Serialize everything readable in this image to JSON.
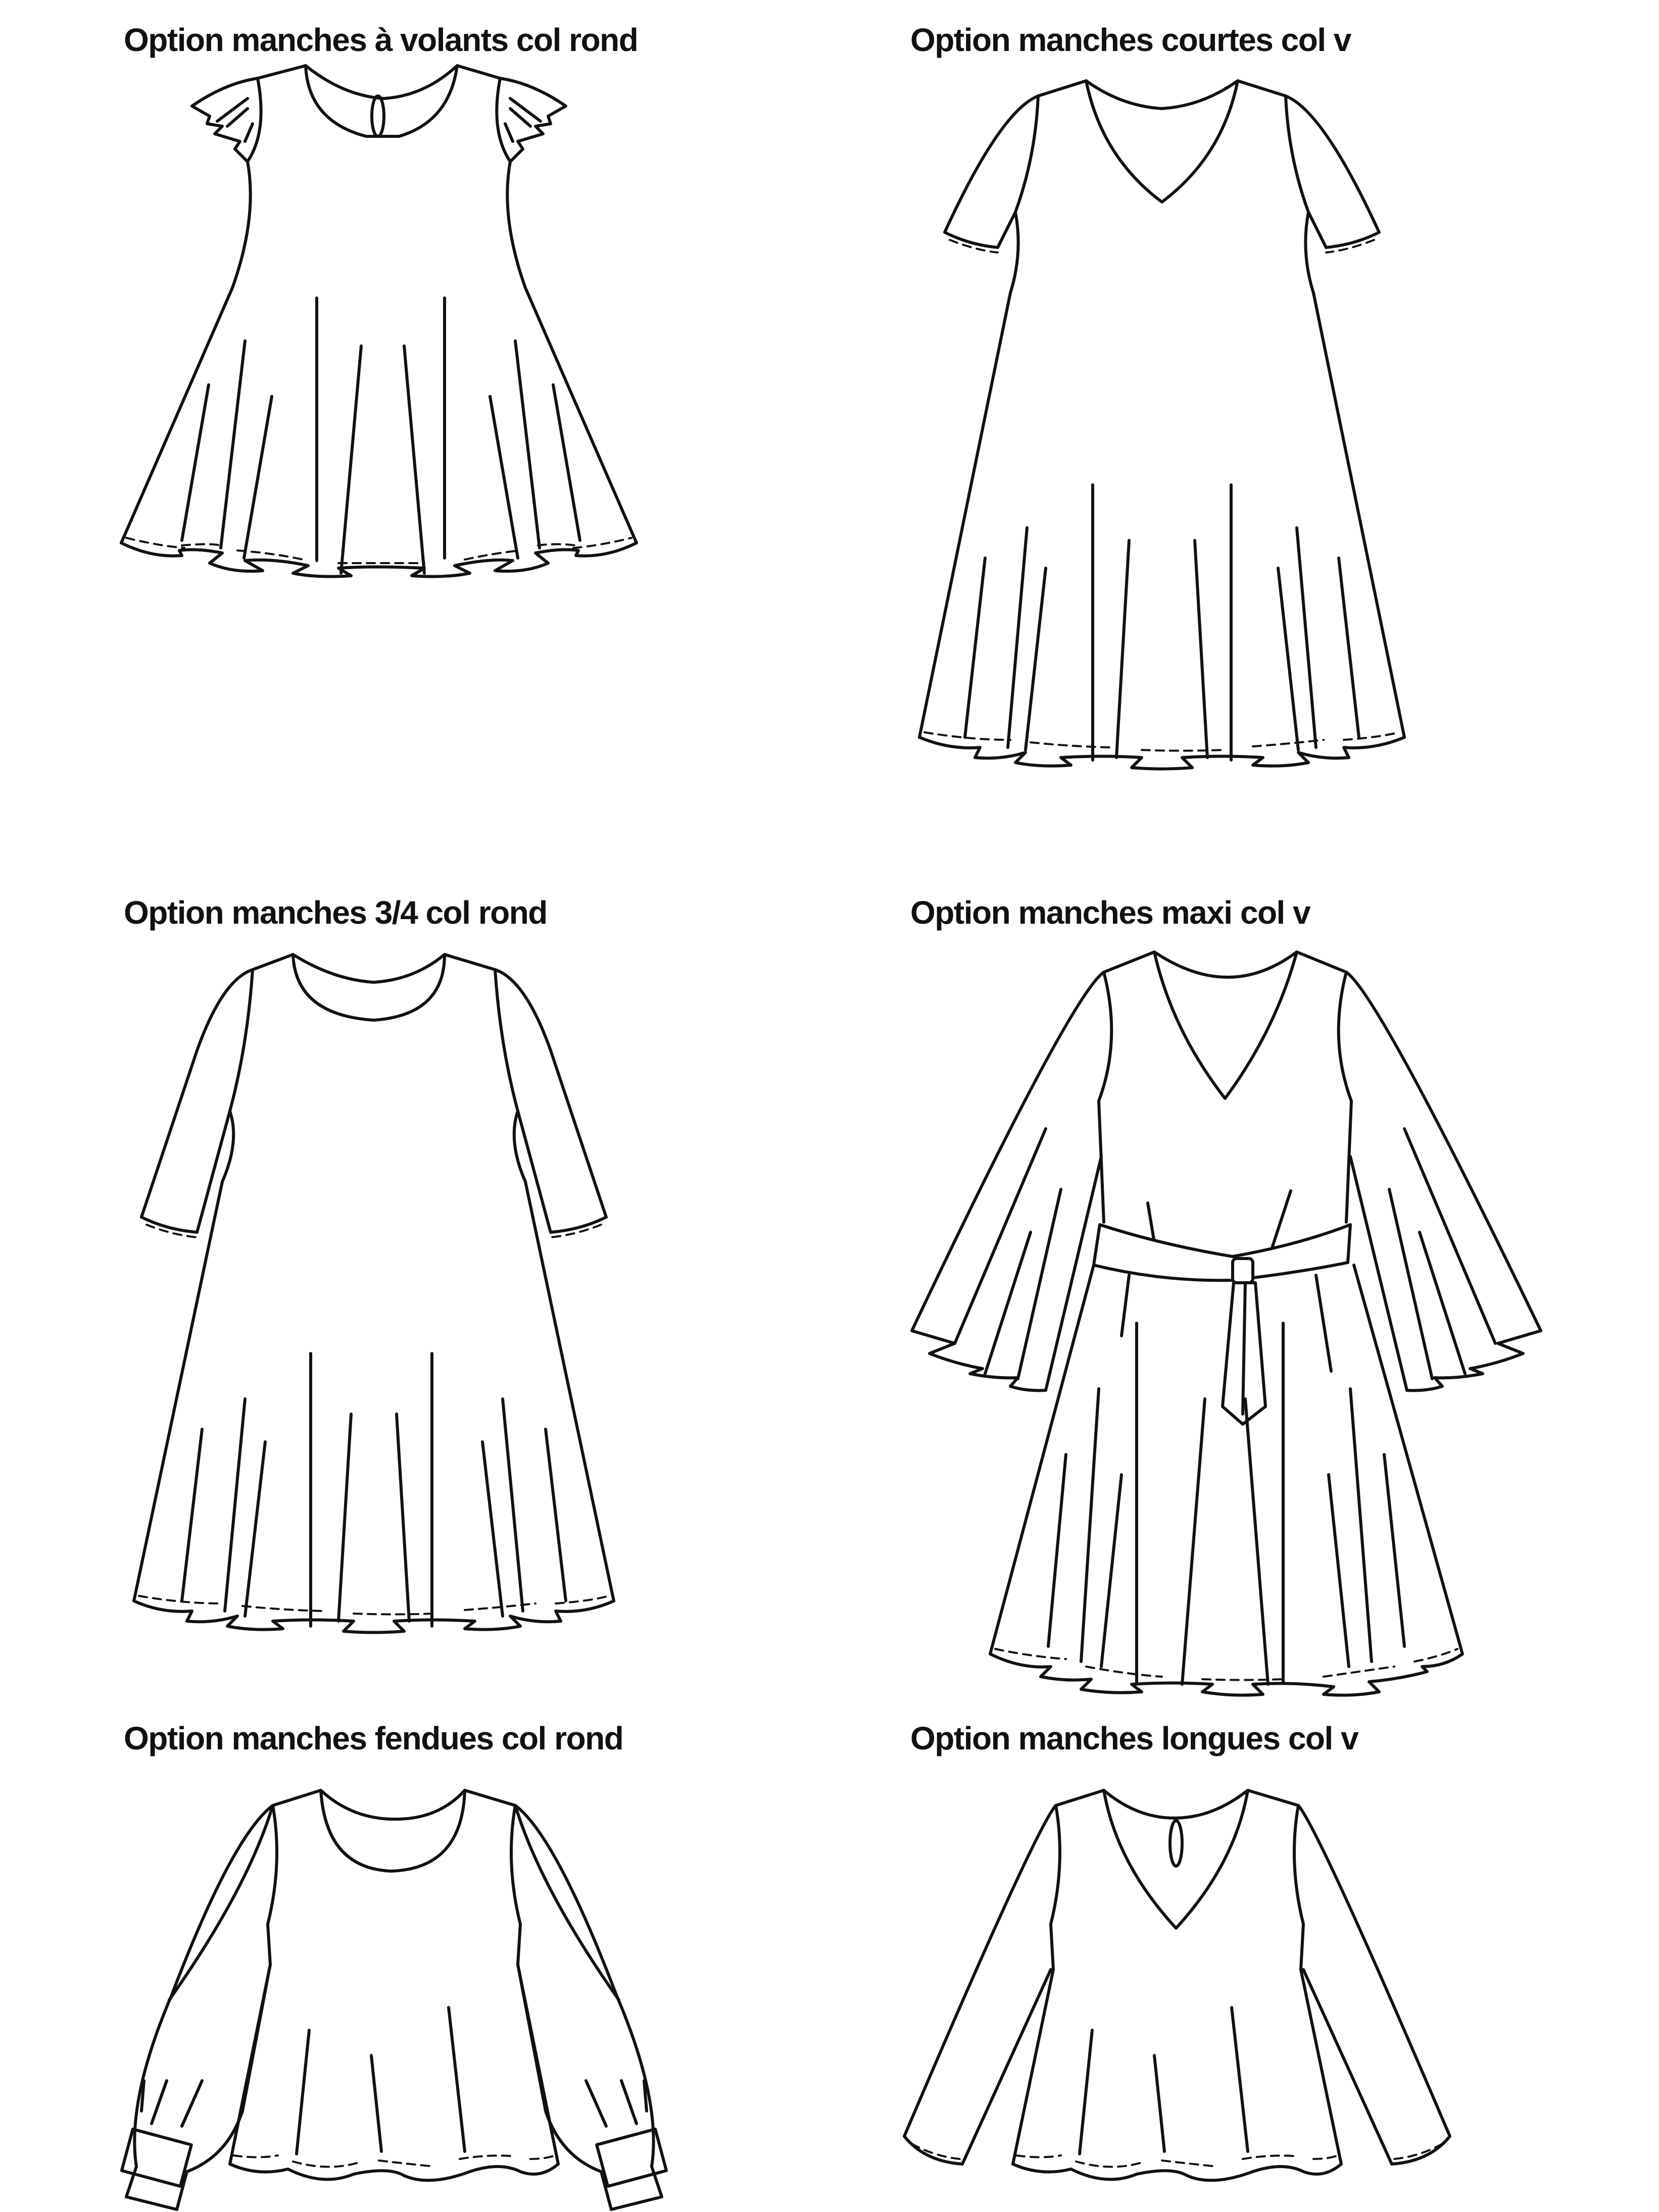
{
  "sheet": {
    "background": "#ffffff",
    "line_color": "#111111",
    "options": [
      {
        "id": "flutter-sleeve-round-neck",
        "label": "Option manches à volants col rond",
        "garment": "dress",
        "sleeve": "flutter",
        "neckline": "round",
        "back_keyhole": true
      },
      {
        "id": "short-sleeve-v-neck",
        "label": "Option manches courtes col v",
        "garment": "dress",
        "sleeve": "short",
        "neckline": "v",
        "back_keyhole": false
      },
      {
        "id": "three-quarter-sleeve-round-neck",
        "label": "Option manches 3/4 col rond",
        "garment": "dress",
        "sleeve": "3/4",
        "neckline": "round",
        "back_keyhole": false
      },
      {
        "id": "maxi-sleeve-v-neck",
        "label": "Option manches maxi col v",
        "garment": "dress",
        "sleeve": "maxi",
        "neckline": "v",
        "belt": true
      },
      {
        "id": "split-sleeve-round-neck",
        "label": "Option manches fendues col rond",
        "garment": "top",
        "sleeve": "split with cuff",
        "neckline": "round"
      },
      {
        "id": "long-sleeve-v-neck",
        "label": "Option manches longues col v",
        "garment": "top",
        "sleeve": "long",
        "neckline": "v",
        "back_keyhole": true
      }
    ]
  }
}
